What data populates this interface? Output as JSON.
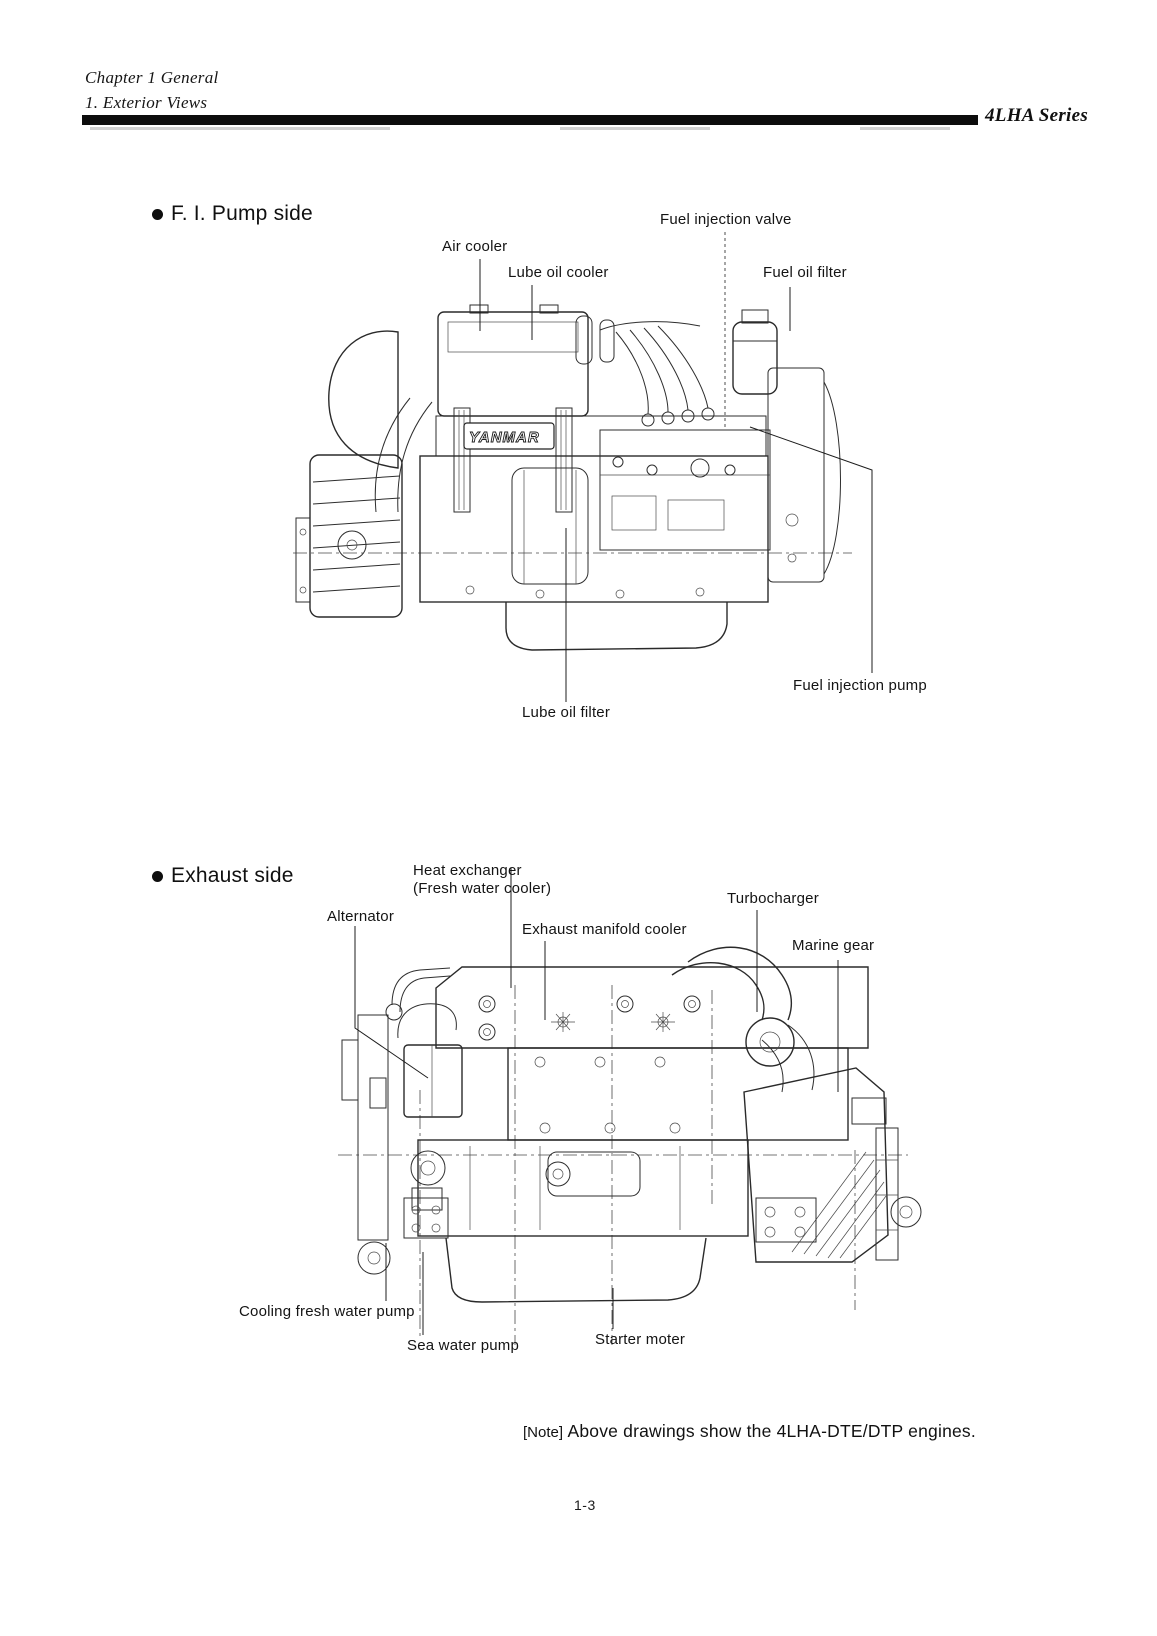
{
  "header": {
    "chapter": "Chapter 1 General",
    "section": "1. Exterior Views",
    "series": "4LHA Series"
  },
  "figures": {
    "pump_side": {
      "title": "F. I. Pump side",
      "engine_logo": "YANMAR",
      "labels": {
        "air_cooler": "Air cooler",
        "fuel_injection_valve": "Fuel injection valve",
        "lube_oil_cooler": "Lube oil cooler",
        "fuel_oil_filter": "Fuel oil filter",
        "fuel_injection_pump": "Fuel injection pump",
        "lube_oil_filter": "Lube oil filter"
      }
    },
    "exhaust_side": {
      "title": "Exhaust side",
      "labels": {
        "heat_exchanger": "Heat exchanger",
        "heat_exchanger_sub": "(Fresh water cooler)",
        "alternator": "Alternator",
        "exhaust_manifold_cooler": "Exhaust manifold cooler",
        "turbocharger": "Turbocharger",
        "marine_gear": "Marine gear",
        "cooling_fresh_water_pump": "Cooling fresh water pump",
        "sea_water_pump": "Sea water pump",
        "starter_moter": "Starter moter"
      }
    }
  },
  "note": {
    "prefix": "[Note]",
    "text": "Above drawings show the 4LHA-DTE/DTP engines."
  },
  "page_number": "1-3"
}
